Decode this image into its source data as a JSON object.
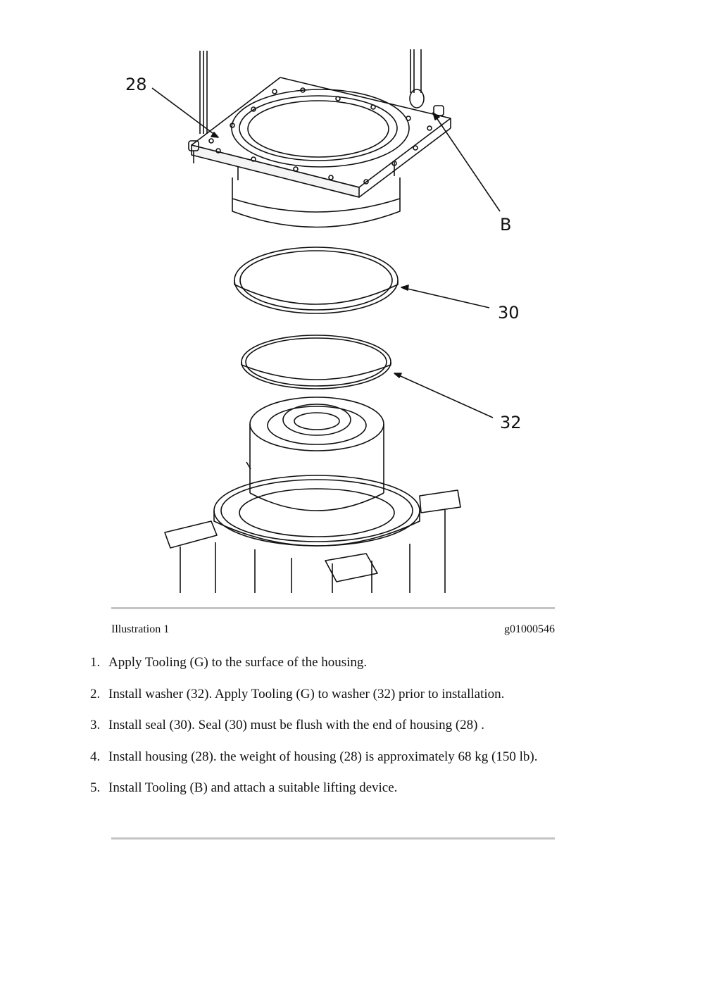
{
  "figure": {
    "callouts": {
      "c28": "28",
      "cB": "B",
      "c30": "30",
      "c32": "32"
    }
  },
  "caption": {
    "label": "Illustration 1",
    "id": "g01000546"
  },
  "steps": [
    {
      "num": "1.",
      "text": "Apply Tooling (G) to the surface of the housing."
    },
    {
      "num": "2.",
      "text": "Install washer (32). Apply Tooling (G) to washer (32) prior to installation."
    },
    {
      "num": "3.",
      "text": "Install seal (30). Seal (30) must be flush with the end of housing (28) ."
    },
    {
      "num": "4.",
      "text": "Install housing (28). the weight of housing (28) is approximately 68 kg (150 lb)."
    },
    {
      "num": "5.",
      "text": "Install Tooling (B) and attach a suitable lifting device."
    }
  ]
}
